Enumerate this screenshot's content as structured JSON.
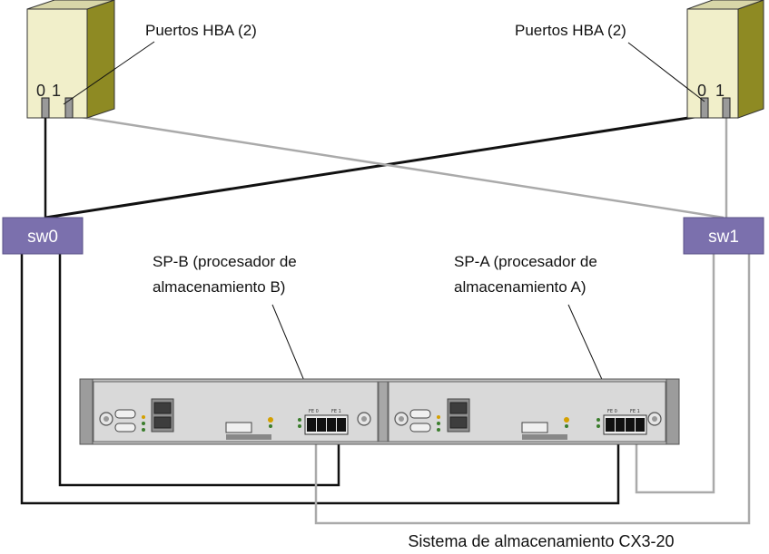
{
  "servers": [
    {
      "name": "server-left",
      "port_labels": [
        "0",
        "1"
      ],
      "callout": "Puertos HBA (2)"
    },
    {
      "name": "server-right",
      "port_labels": [
        "0",
        "1"
      ],
      "callout": "Puertos HBA (2)"
    }
  ],
  "switches": [
    "sw0",
    "sw1"
  ],
  "storage_processors": [
    {
      "label_line1": "SP-B (procesador de",
      "label_line2": "almacenamiento B)"
    },
    {
      "label_line1": "SP-A (procesador de",
      "label_line2": "almacenamiento A)"
    }
  ],
  "port_labels": [
    "FE 0",
    "FE 1"
  ],
  "storage_system_label": "Sistema de almacenamiento CX3-20",
  "colors": {
    "server_front": "#f1efca",
    "server_side": "#8e8a23",
    "switch_fill": "#7b70ad",
    "cable_dark": "#111111",
    "cable_light": "#a9a9a9",
    "storage_panel": "#d9d9d9"
  }
}
